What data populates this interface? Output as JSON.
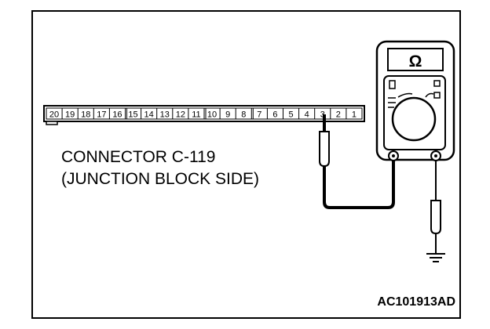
{
  "connector": {
    "pins": [
      "20",
      "19",
      "18",
      "17",
      "16",
      "15",
      "14",
      "13",
      "12",
      "11",
      "10",
      "9",
      "8",
      "7",
      "6",
      "5",
      "4",
      "3",
      "2",
      "1"
    ],
    "probed_pin": "3"
  },
  "caption": {
    "line1": "CONNECTOR C-119",
    "line2": "(JUNCTION BLOCK SIDE)"
  },
  "meter": {
    "unit_symbol": "Ω"
  },
  "figure_id": "AC101913AD"
}
